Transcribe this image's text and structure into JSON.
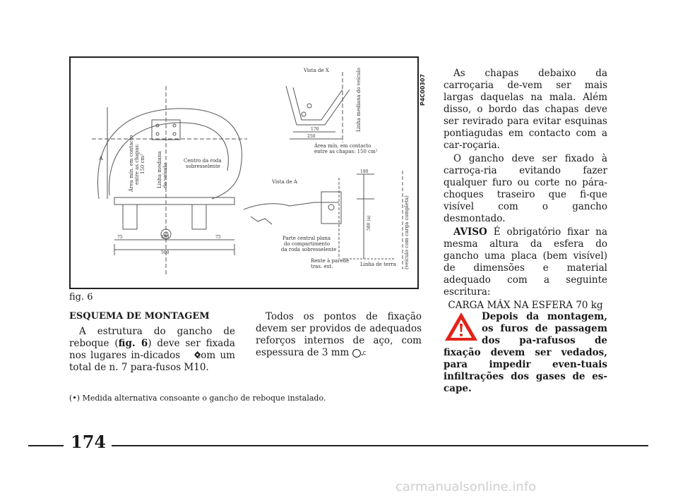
{
  "figure": {
    "code": "P4C00307",
    "caption": "fig. 6",
    "labels": {
      "vista_x": "Vista de X",
      "linha_mediana_veiculo_vertical": "Linha mediana do veículo",
      "area_min_contacto_x_1": "Área mín. em contacto",
      "area_min_contacto_x_2": "entre as chapas: 150 cm²",
      "area_min_left_1": "Área mín. em contacto",
      "area_min_left_2": "entre as chapas:",
      "area_min_left_3": "150 cm²",
      "linha_mediana_left_1": "Linha mediana",
      "linha_mediana_left_2": "do veículo",
      "centro_roda_1": "Centro da roda",
      "centro_roda_2": "sobresselente",
      "vista_a": "Vista de A",
      "parte_central_1": "Parte central plana",
      "parte_central_2": "do compartimento",
      "parte_central_3": "da roda sobresselente",
      "rente_parede_1": "Rente à parede",
      "rente_parede_2": "tras. ext.",
      "linha_terra": "Linha de terra",
      "veiculo_carga": "(veículo com carga completa)",
      "dim_500": "500",
      "dim_380": "380",
      "dim_75a": "75",
      "dim_75b": "75",
      "dim_170": "170",
      "dim_250": "250",
      "dim_180": "180",
      "dim_580": "580 (a)",
      "dim_A": "A"
    }
  },
  "section": {
    "heading": "ESQUEMA DE MONTAGEM",
    "col1_text_a": "A estrutura do gancho de reboque (",
    "col1_fig_ref": "fig. 6",
    "col1_text_b": ") deve ser fixada nos lugares in-dicados ",
    "col1_text_c": " com um total de n. 7 para-fusos M10.",
    "col2_text_a": "Todos os pontos de fixação devem ser providos de adequados reforços internos de aço, com espessura de 3 mm ",
    "col2_icon": "C",
    "col2_text_b": "."
  },
  "right_column": {
    "p1": "As chapas debaixo da carroçaria de-vem ser mais largas daquelas na mala. Além disso, o bordo das chapas deve ser revirado para evitar esquinas pontiagudas em contacto com a car-roçaria.",
    "p2": "O gancho deve ser fixado à carroça-ria evitando fazer qualquer furo ou corte no pára-choques traseiro que fi-que visível com o gancho desmontado.",
    "p3_bold": "AVISO",
    "p3": " É obrigatório fixar na mesma altura da esfera do gancho uma placa (bem visível) de dimensões e material adequado com a seguinte escritura:",
    "p4": "CARGA MÁX NA ESFERA 70 kg"
  },
  "warning": {
    "text": "Depois da montagem, os furos de passagem dos pa-rafusos de fixação devem ser vedados, para impedir even-tuais infiltrações dos gases de es-cape.",
    "icon_color": "#e2231a"
  },
  "footnote": "(•) Medida alternativa consoante o gancho de reboque instalado.",
  "page_number": "174",
  "watermark": "carmanualsonline.info"
}
